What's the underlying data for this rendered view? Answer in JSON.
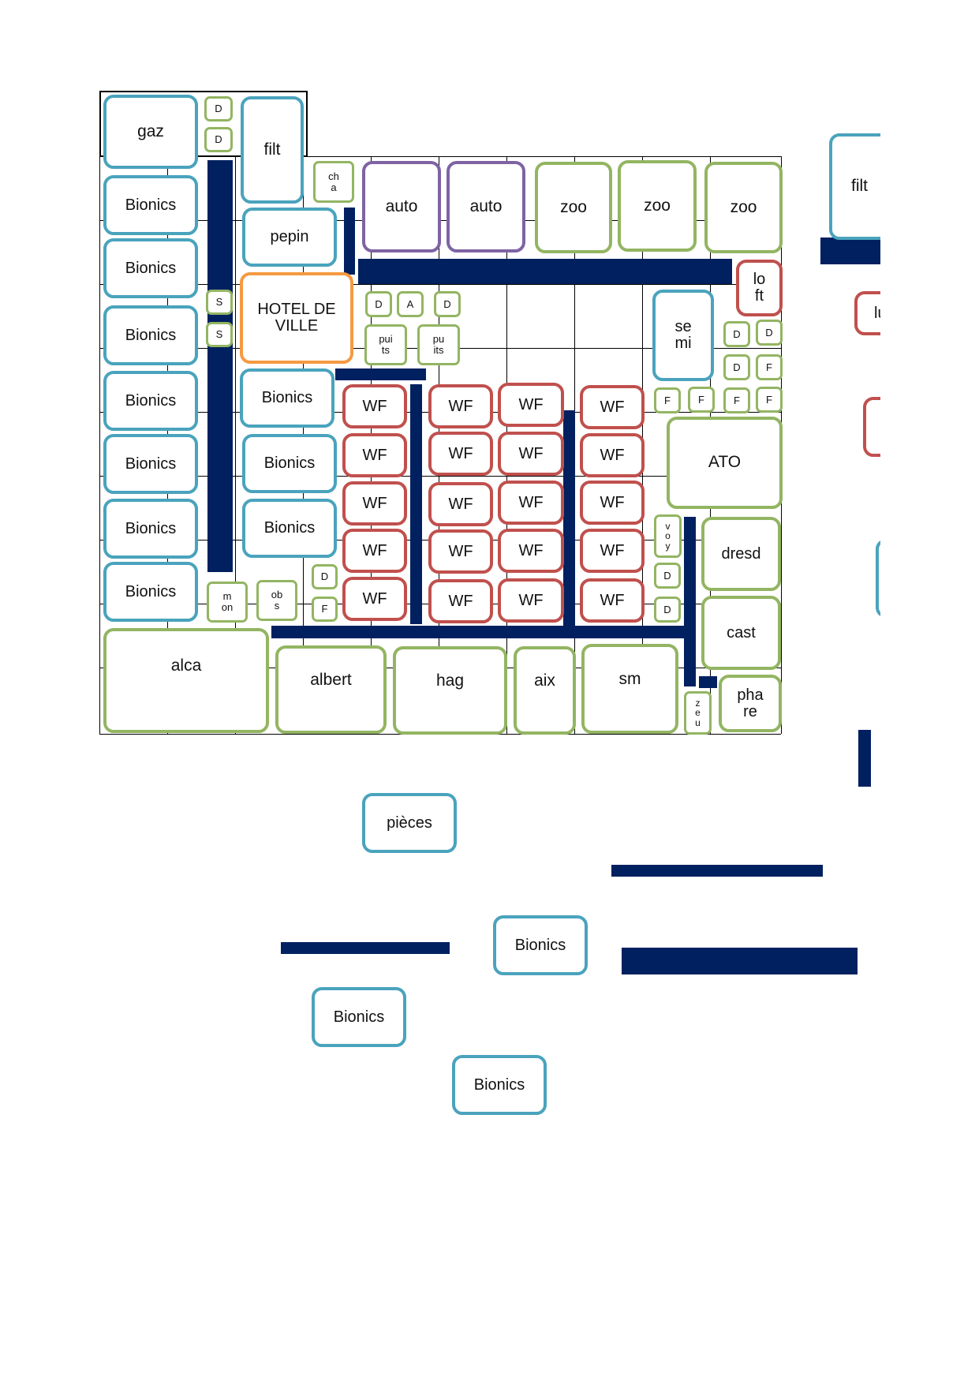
{
  "colors": {
    "bar": "#002060",
    "blue": "#4aa3bd",
    "green": "#93b562",
    "red": "#c0504d",
    "purple": "#7e63a4",
    "orange": "#f59a42"
  },
  "labels": {
    "gaz": "gaz",
    "D": "D",
    "S": "S",
    "A": "A",
    "F": "F",
    "filt": "filt",
    "cha": "ch\na",
    "auto": "auto",
    "zoo": "zoo",
    "bionics": "Bionics",
    "pepin": "pepin",
    "loft": "lo\nft",
    "hotel": "HOTEL DE VILLE",
    "puits1": "pui\nts",
    "puits2": "pu\nits",
    "semi": "se\nmi",
    "wf": "WF",
    "ato": "ATO",
    "voy": "v\no\ny",
    "dresd": "dresd",
    "mon": "m\non",
    "obs": "ob\ns",
    "cast": "cast",
    "alca": "alca",
    "albert": "albert",
    "hag": "hag",
    "aix": "aix",
    "sm": "sm",
    "zeu": "z\ne\nu",
    "phare": "pha\nre",
    "pieces": "pièces",
    "lu": "lu"
  }
}
